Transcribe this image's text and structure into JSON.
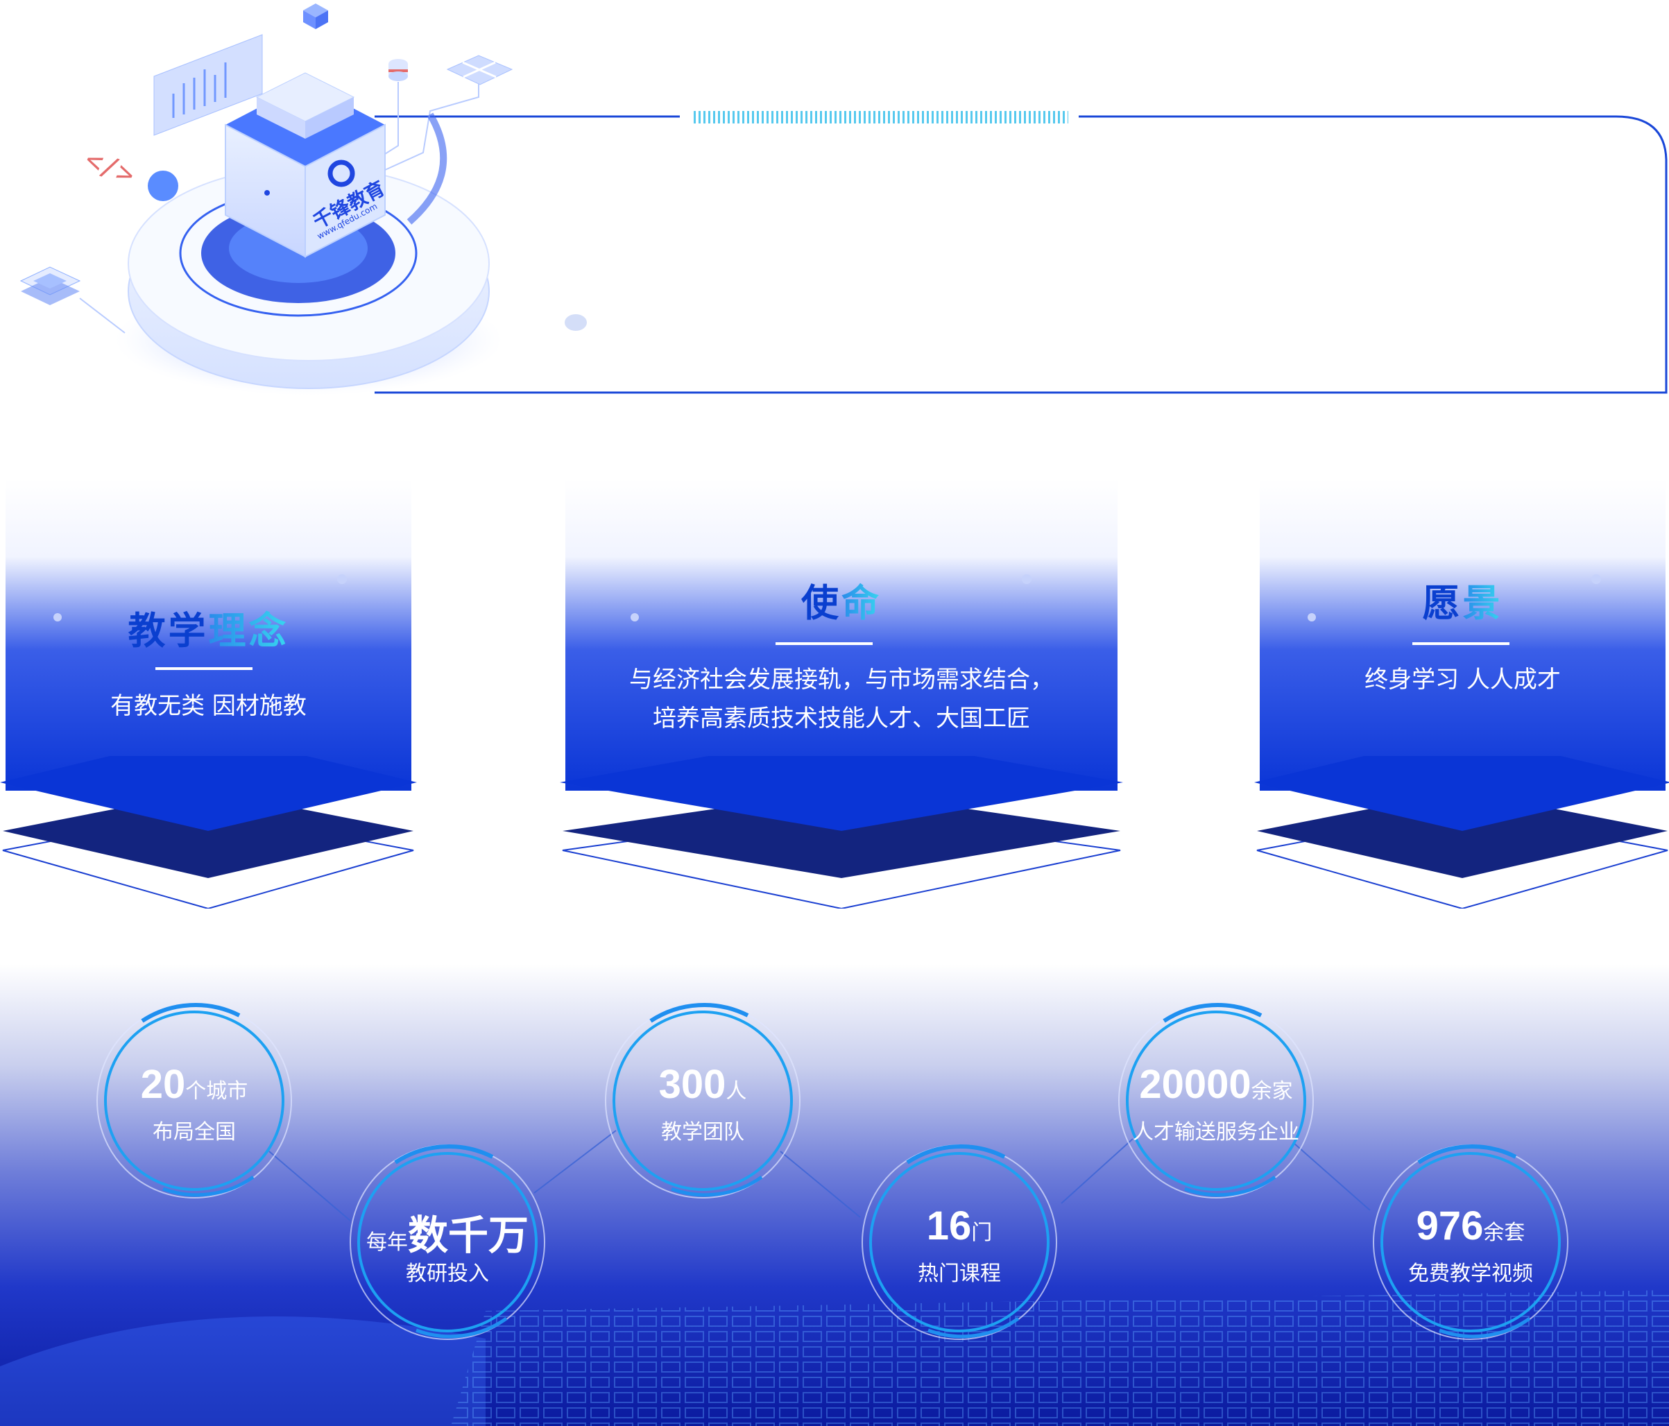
{
  "brand": {
    "name": "千锋教育",
    "domain": "www.qfedu.com",
    "code_symbol": "</>"
  },
  "colors": {
    "primary": "#0a35d6",
    "dark": "#0b1e7a",
    "accent_cyan": "#38d7f0",
    "stats_bg_top": "#ffffff",
    "stats_bg_bottom": "#0a1a9e"
  },
  "values": [
    {
      "title_a": "教学",
      "title_b": "理念",
      "text_lines": [
        "有教无类 因材施教"
      ]
    },
    {
      "title_a": "使",
      "title_b": "命",
      "text_lines": [
        "与经济社会发展接轨，与市场需求结合，",
        "培养高素质技术技能人才、大国工匠"
      ]
    },
    {
      "title_a": "愿",
      "title_b": "景",
      "text_lines": [
        "终身学习 人人成才"
      ]
    }
  ],
  "stats": [
    {
      "prefix": "",
      "number": "20",
      "unit": "个城市",
      "label": "布局全国"
    },
    {
      "prefix": "每年",
      "number": "数千万",
      "unit": "",
      "label": "教研投入"
    },
    {
      "prefix": "",
      "number": "300",
      "unit": "人",
      "label": "教学团队"
    },
    {
      "prefix": "",
      "number": "16",
      "unit": "门",
      "label": "热门课程"
    },
    {
      "prefix": "",
      "number": "20000",
      "unit": "余家",
      "label": "人才输送服务企业"
    },
    {
      "prefix": "",
      "number": "976",
      "unit": "余套",
      "label": "免费教学视频"
    }
  ]
}
